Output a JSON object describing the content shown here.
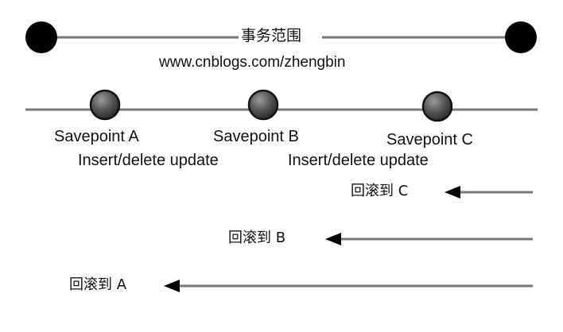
{
  "transaction": {
    "label": "事务范围",
    "url": "www.cnblogs.com/zhengbin"
  },
  "savepoints": [
    {
      "name": "Savepoint A",
      "operation": "Insert/delete update"
    },
    {
      "name": "Savepoint B",
      "operation": "Insert/delete update"
    },
    {
      "name": "Savepoint C",
      "operation": ""
    }
  ],
  "rollbacks": [
    {
      "label": "回滚到 C"
    },
    {
      "label": "回滚到 B"
    },
    {
      "label": "回滚到 A"
    }
  ],
  "colors": {
    "line": "#777777",
    "endpoint": "#000000",
    "savepoint_fill": "#555555",
    "arrow": "#777777",
    "arrowhead": "#000000",
    "text": "#111111"
  }
}
